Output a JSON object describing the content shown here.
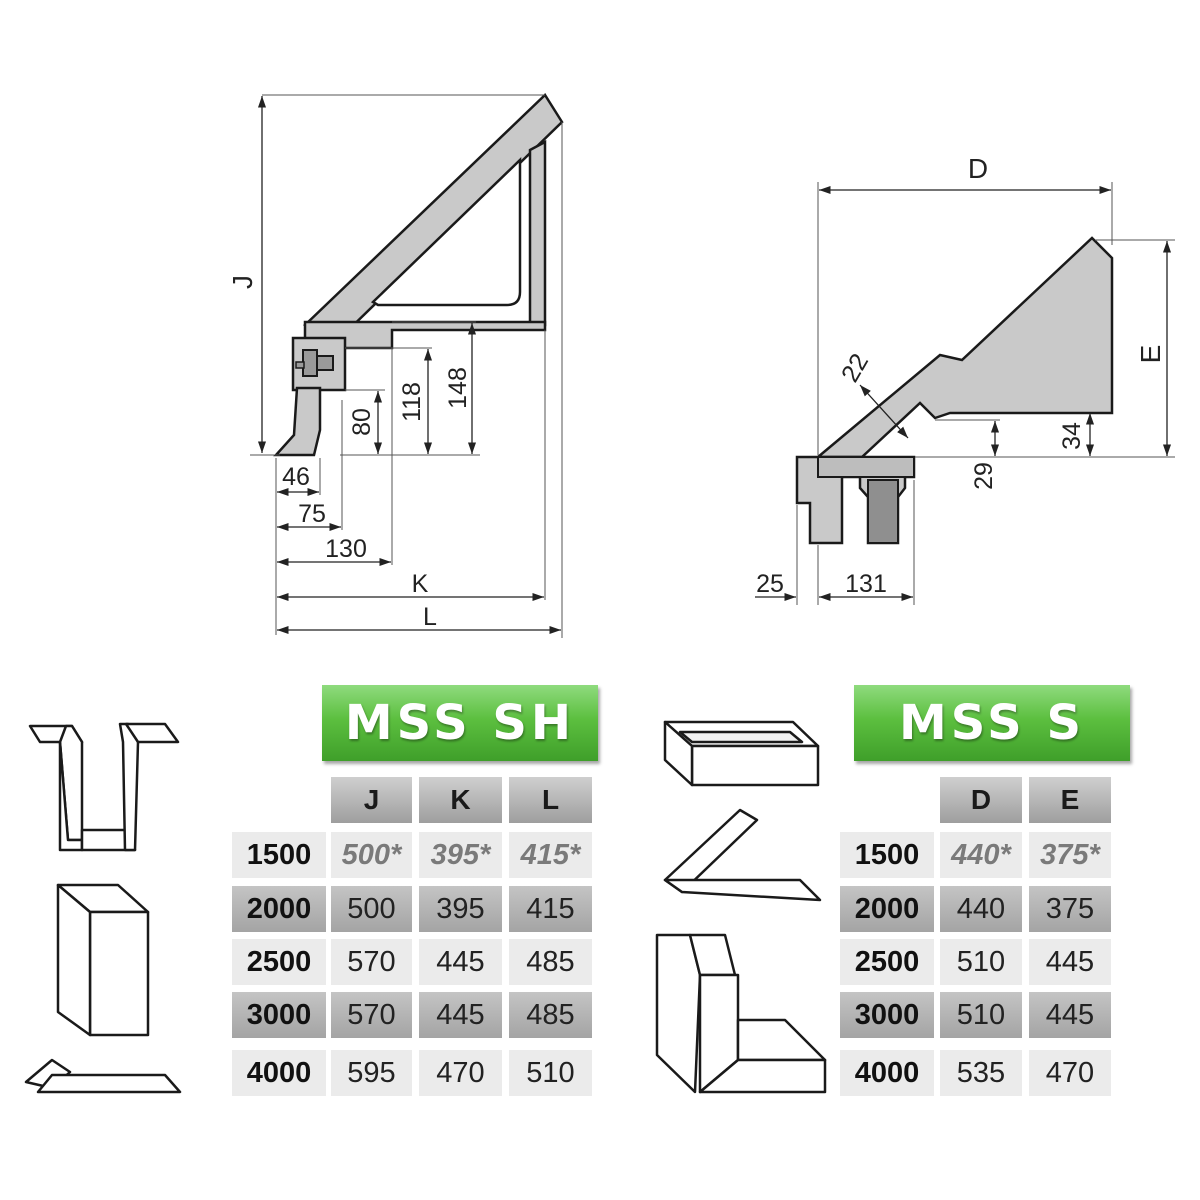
{
  "left_drawing": {
    "labels": [
      "J",
      "46",
      "75",
      "130",
      "K",
      "L",
      "80",
      "118",
      "148"
    ]
  },
  "right_drawing": {
    "labels": [
      "D",
      "E",
      "22",
      "34",
      "29",
      "25",
      "131"
    ]
  },
  "table_sh": {
    "title": "MSS SH",
    "headers": [
      "J",
      "K",
      "L"
    ],
    "rows": [
      {
        "label": "1500",
        "values": [
          "500*",
          "395*",
          "415*"
        ]
      },
      {
        "label": "2000",
        "values": [
          "500",
          "395",
          "415"
        ]
      },
      {
        "label": "2500",
        "values": [
          "570",
          "445",
          "485"
        ]
      },
      {
        "label": "3000",
        "values": [
          "570",
          "445",
          "485"
        ]
      },
      {
        "label": "4000",
        "values": [
          "595",
          "470",
          "510"
        ]
      }
    ]
  },
  "table_s": {
    "title": "MSS S",
    "headers": [
      "D",
      "E"
    ],
    "rows": [
      {
        "label": "1500",
        "values": [
          "440*",
          "375*"
        ]
      },
      {
        "label": "2000",
        "values": [
          "440",
          "375"
        ]
      },
      {
        "label": "2500",
        "values": [
          "510",
          "445"
        ]
      },
      {
        "label": "3000",
        "values": [
          "510",
          "445"
        ]
      },
      {
        "label": "4000",
        "values": [
          "535",
          "470"
        ]
      }
    ]
  },
  "colors": {
    "tool_fill": "#c9c9c9",
    "tool_stroke": "#1a1a1a",
    "banner_green": "#5cbf3f"
  },
  "icons": [
    "u-channel-profile-icon",
    "box-profile-icon",
    "flat-hem-profile-icon",
    "tray-profile-icon",
    "v-bend-profile-icon",
    "corner-box-profile-icon"
  ]
}
